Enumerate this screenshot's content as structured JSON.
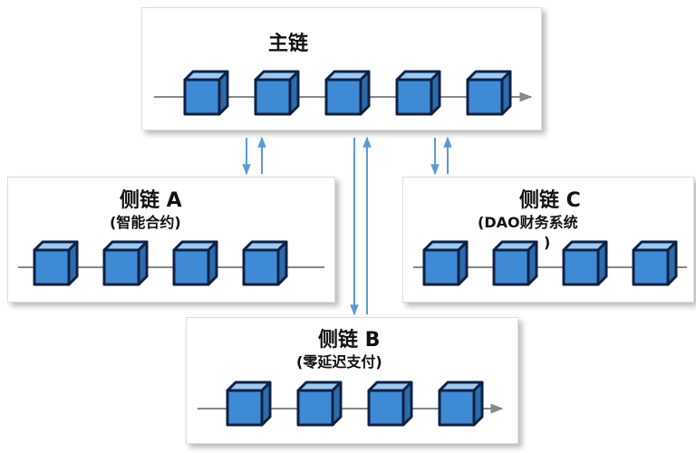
{
  "main_chain": {
    "title": "主链",
    "block_count": 5
  },
  "side_chain_a": {
    "title": "侧链 A",
    "subtitle": "(智能合约)",
    "block_count": 4
  },
  "side_chain_b": {
    "title": "侧链 B",
    "subtitle": "(零延迟支付)",
    "block_count": 4
  },
  "side_chain_c": {
    "title": "侧链 C",
    "subtitle_line1": "(DAO财务系统",
    "subtitle_line2": ")",
    "block_count": 4
  },
  "colors": {
    "block_front": "#3f8ad4",
    "block_top": "#9cc9f1",
    "block_side": "#2c6cad",
    "block_outline": "#0f2143",
    "chain_line": "#888888",
    "connector_arrow": "#5b9bd0"
  }
}
